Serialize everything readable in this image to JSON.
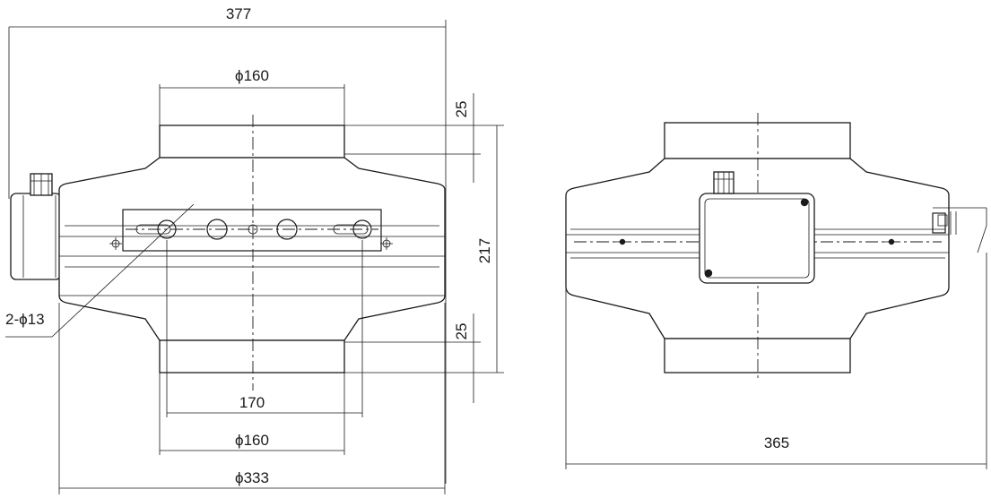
{
  "dimensions": {
    "overall_width": "377",
    "inlet_top_diameter": "ϕ160",
    "collar_top_height": "25",
    "total_height": "217",
    "collar_bottom_height": "25",
    "hole_spec": "2-ϕ13",
    "hole_spacing": "170",
    "outlet_bottom_diameter": "ϕ160",
    "body_diameter": "ϕ333",
    "side_depth": "365"
  }
}
